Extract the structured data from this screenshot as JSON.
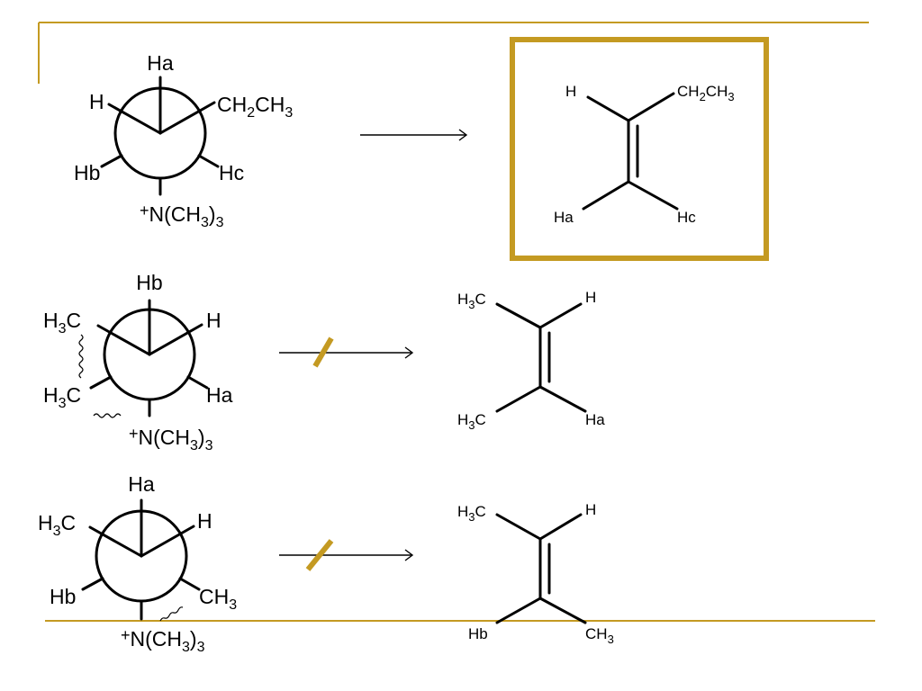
{
  "colors": {
    "accent": "#c49a22",
    "ink": "#000000",
    "background": "#ffffff"
  },
  "rows": [
    {
      "newman": {
        "front": {
          "top": "Ha",
          "left": "H",
          "left_sub": "",
          "right": "CH",
          "right_sub": "2",
          "right_tail": "CH",
          "right_tail_sub": "3"
        },
        "back": {
          "left": "Hb",
          "right": "Hc",
          "bottom_charge": "+",
          "bottom": "N(CH",
          "bottom_sub": "3",
          "bottom_close": ")",
          "bottom_close_sub": "3"
        }
      },
      "allowed": true,
      "highlighted": true,
      "alkene": {
        "top_left": "H",
        "top_right": "CH",
        "top_right_sub": "2",
        "top_right_tail": "CH",
        "top_right_tail_sub": "3",
        "bottom_left": "Ha",
        "bottom_right": "Hc"
      }
    },
    {
      "newman": {
        "front": {
          "top": "Hb",
          "left": "H",
          "left_sub": "3",
          "left_tail": "C",
          "right": "H"
        },
        "back": {
          "left": "H",
          "left_sub": "3",
          "left_tail": "C",
          "right": "Ha",
          "bottom_charge": "+",
          "bottom": "N(CH",
          "bottom_sub": "3",
          "bottom_close": ")",
          "bottom_close_sub": "3"
        }
      },
      "allowed": false,
      "alkene": {
        "top_left": "H",
        "top_left_sub": "3",
        "top_left_tail": "C",
        "top_right": "H",
        "bottom_left": "H",
        "bottom_left_sub": "3",
        "bottom_left_tail": "C",
        "bottom_right": "Ha"
      }
    },
    {
      "newman": {
        "front": {
          "top": "Ha",
          "left": "H",
          "left_sub": "3",
          "left_tail": "C",
          "right": "H"
        },
        "back": {
          "left": "Hb",
          "right": "CH",
          "right_sub": "3",
          "bottom_charge": "+",
          "bottom": "N(CH",
          "bottom_sub": "3",
          "bottom_close": ")",
          "bottom_close_sub": "3"
        }
      },
      "allowed": false,
      "alkene": {
        "top_left": "H",
        "top_left_sub": "3",
        "top_left_tail": "C",
        "top_right": "H",
        "bottom_left": "Hb",
        "bottom_right": "CH",
        "bottom_right_sub": "3"
      }
    }
  ]
}
